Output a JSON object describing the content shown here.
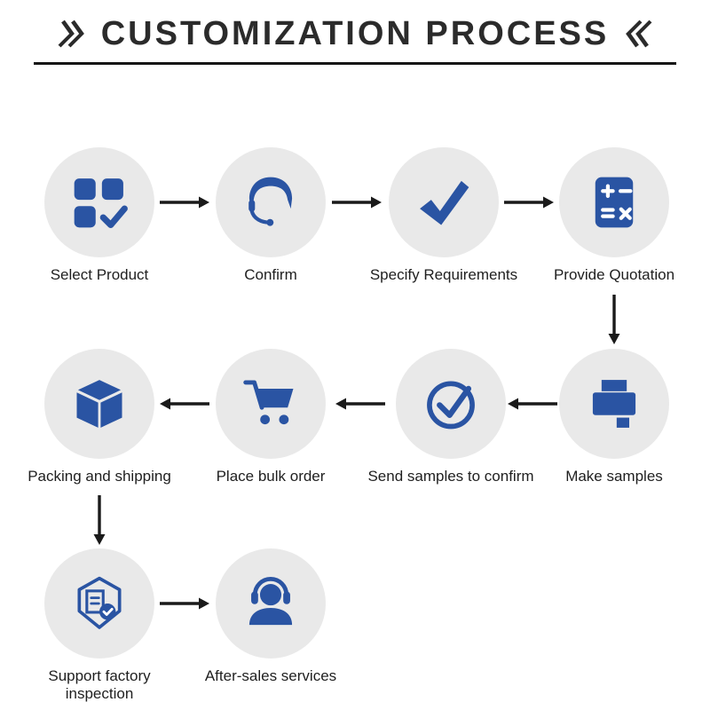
{
  "title": {
    "text": "CUSTOMIZATION PROCESS"
  },
  "colors": {
    "icon": "#2a54a3",
    "circle_bg": "#e9e9e9",
    "text": "#1f1f1f",
    "arrow": "#1a1a1a",
    "title": "#2b2b2b"
  },
  "rows": [
    {
      "direction": "left-to-right",
      "steps": [
        {
          "label": "Select Product",
          "icon": "product-grid-icon"
        },
        {
          "label": "Confirm",
          "icon": "customer-service-icon"
        },
        {
          "label": "Specify Requirements",
          "icon": "check-icon"
        },
        {
          "label": "Provide Quotation",
          "icon": "calculator-icon"
        }
      ]
    },
    {
      "direction": "right-to-left",
      "steps": [
        {
          "label": "Packing and shipping",
          "icon": "package-box-icon"
        },
        {
          "label": "Place bulk order",
          "icon": "shopping-cart-icon"
        },
        {
          "label": "Send samples to confirm",
          "icon": "circle-check-icon"
        },
        {
          "label": "Make samples",
          "icon": "printer-icon"
        }
      ]
    },
    {
      "direction": "left-to-right",
      "steps": [
        {
          "label": "Support factory inspection",
          "icon": "factory-inspection-icon"
        },
        {
          "label": "After-sales services",
          "icon": "headset-support-icon"
        }
      ]
    }
  ]
}
